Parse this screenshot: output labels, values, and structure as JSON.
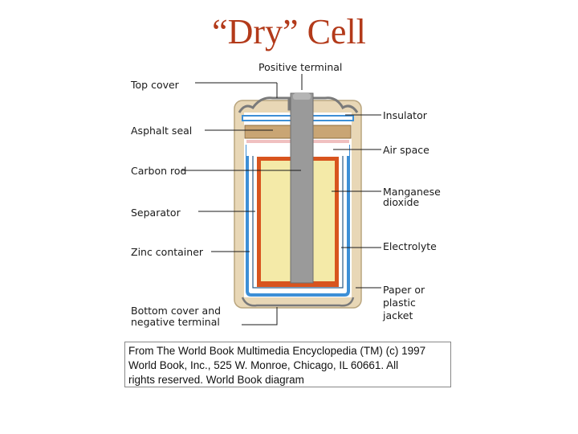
{
  "title": "“Dry” Cell",
  "labels": {
    "positive_terminal": "Positive terminal",
    "top_cover": "Top cover",
    "asphalt_seal": "Asphalt seal",
    "carbon_rod": "Carbon rod",
    "separator": "Separator",
    "zinc_container": "Zinc container",
    "bottom_cover_1": "Bottom cover and",
    "bottom_cover_2": "negative terminal",
    "insulator": "Insulator",
    "air_space": "Air space",
    "manganese_1": "Manganese",
    "manganese_2": "dioxide",
    "electrolyte": "Electrolyte",
    "paper_1": "Paper or",
    "paper_2": "plastic",
    "paper_3": "jacket"
  },
  "credit": {
    "line1": "From The World Book Multimedia Encyclopedia (TM) (c) 1997",
    "line2": "World Book, Inc., 525 W. Monroe, Chicago, IL 60661.  All",
    "line3": "rights reserved.   World Book diagram"
  },
  "colors": {
    "title": "#b33a1a",
    "jacket": "#e8d7b6",
    "zinc": "#3d8fd6",
    "electrolyte": "#d8541e",
    "manganese": "#f4eaa8",
    "carbon": "#9a9a9a",
    "seal": "#c9a574"
  }
}
